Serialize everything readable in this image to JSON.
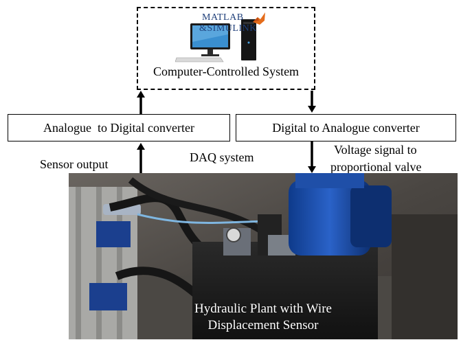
{
  "computer_system": {
    "label": "Computer-Controlled System",
    "logo_line1": "MATLAB",
    "logo_line2": "&SIMULINK"
  },
  "adc": {
    "label": "Analogue  to Digital converter"
  },
  "dac": {
    "label": "Digital to Analogue converter"
  },
  "annotations": {
    "sensor_output": "Sensor output",
    "daq_system": "DAQ system",
    "voltage_line1": "Voltage signal to",
    "voltage_line2": "proportional valve"
  },
  "plant": {
    "label_line1": "Hydraulic Plant with Wire",
    "label_line2": "Displacement Sensor"
  },
  "colors": {
    "matlab_blue": "#1f3f7a",
    "matlab_orange": "#e46c1b",
    "monitor_blue": "#3a8fd0",
    "motor_blue": "#1a4fb0"
  }
}
